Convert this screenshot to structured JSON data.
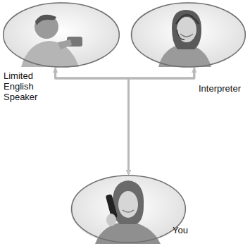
{
  "diagram": {
    "nodes": [
      {
        "text": [
          "Limited English Speaker"
        ]
      },
      {
        "text": [
          "Interpreter"
        ]
      },
      {
        "text": [
          "You"
        ]
      }
    ],
    "edges": [
      {
        "from": 0,
        "to": 1,
        "arrow": "both"
      },
      {
        "from": 0,
        "to": 2,
        "arrow": "to"
      },
      {
        "from": 1,
        "to": 2,
        "arrow": "to"
      }
    ]
  }
}
